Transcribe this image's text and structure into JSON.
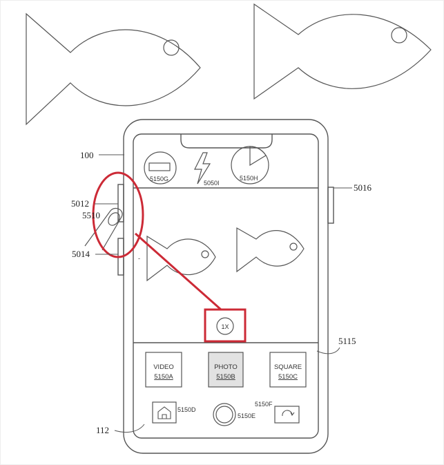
{
  "labels": {
    "device": "100",
    "screen": "112",
    "top_button": "5012",
    "bottom_button": "5014",
    "side_button": "5016",
    "lower_panel": "5115",
    "finger": "5510",
    "mode_g": "5150G",
    "flash": "5050I",
    "timer": "5150H",
    "shutter": "5150E",
    "gallery": "5150D",
    "switch_cam": "5150F"
  },
  "zoom_label": "1X",
  "modes": [
    {
      "name": "VIDEO",
      "ref": "5150A"
    },
    {
      "name": "PHOTO",
      "ref": "5150B"
    },
    {
      "name": "SQUARE",
      "ref": "5150C"
    }
  ],
  "colors": {
    "line": "#555555",
    "highlight": "#cc2a36",
    "selected_fill": "#e2e2e2"
  }
}
